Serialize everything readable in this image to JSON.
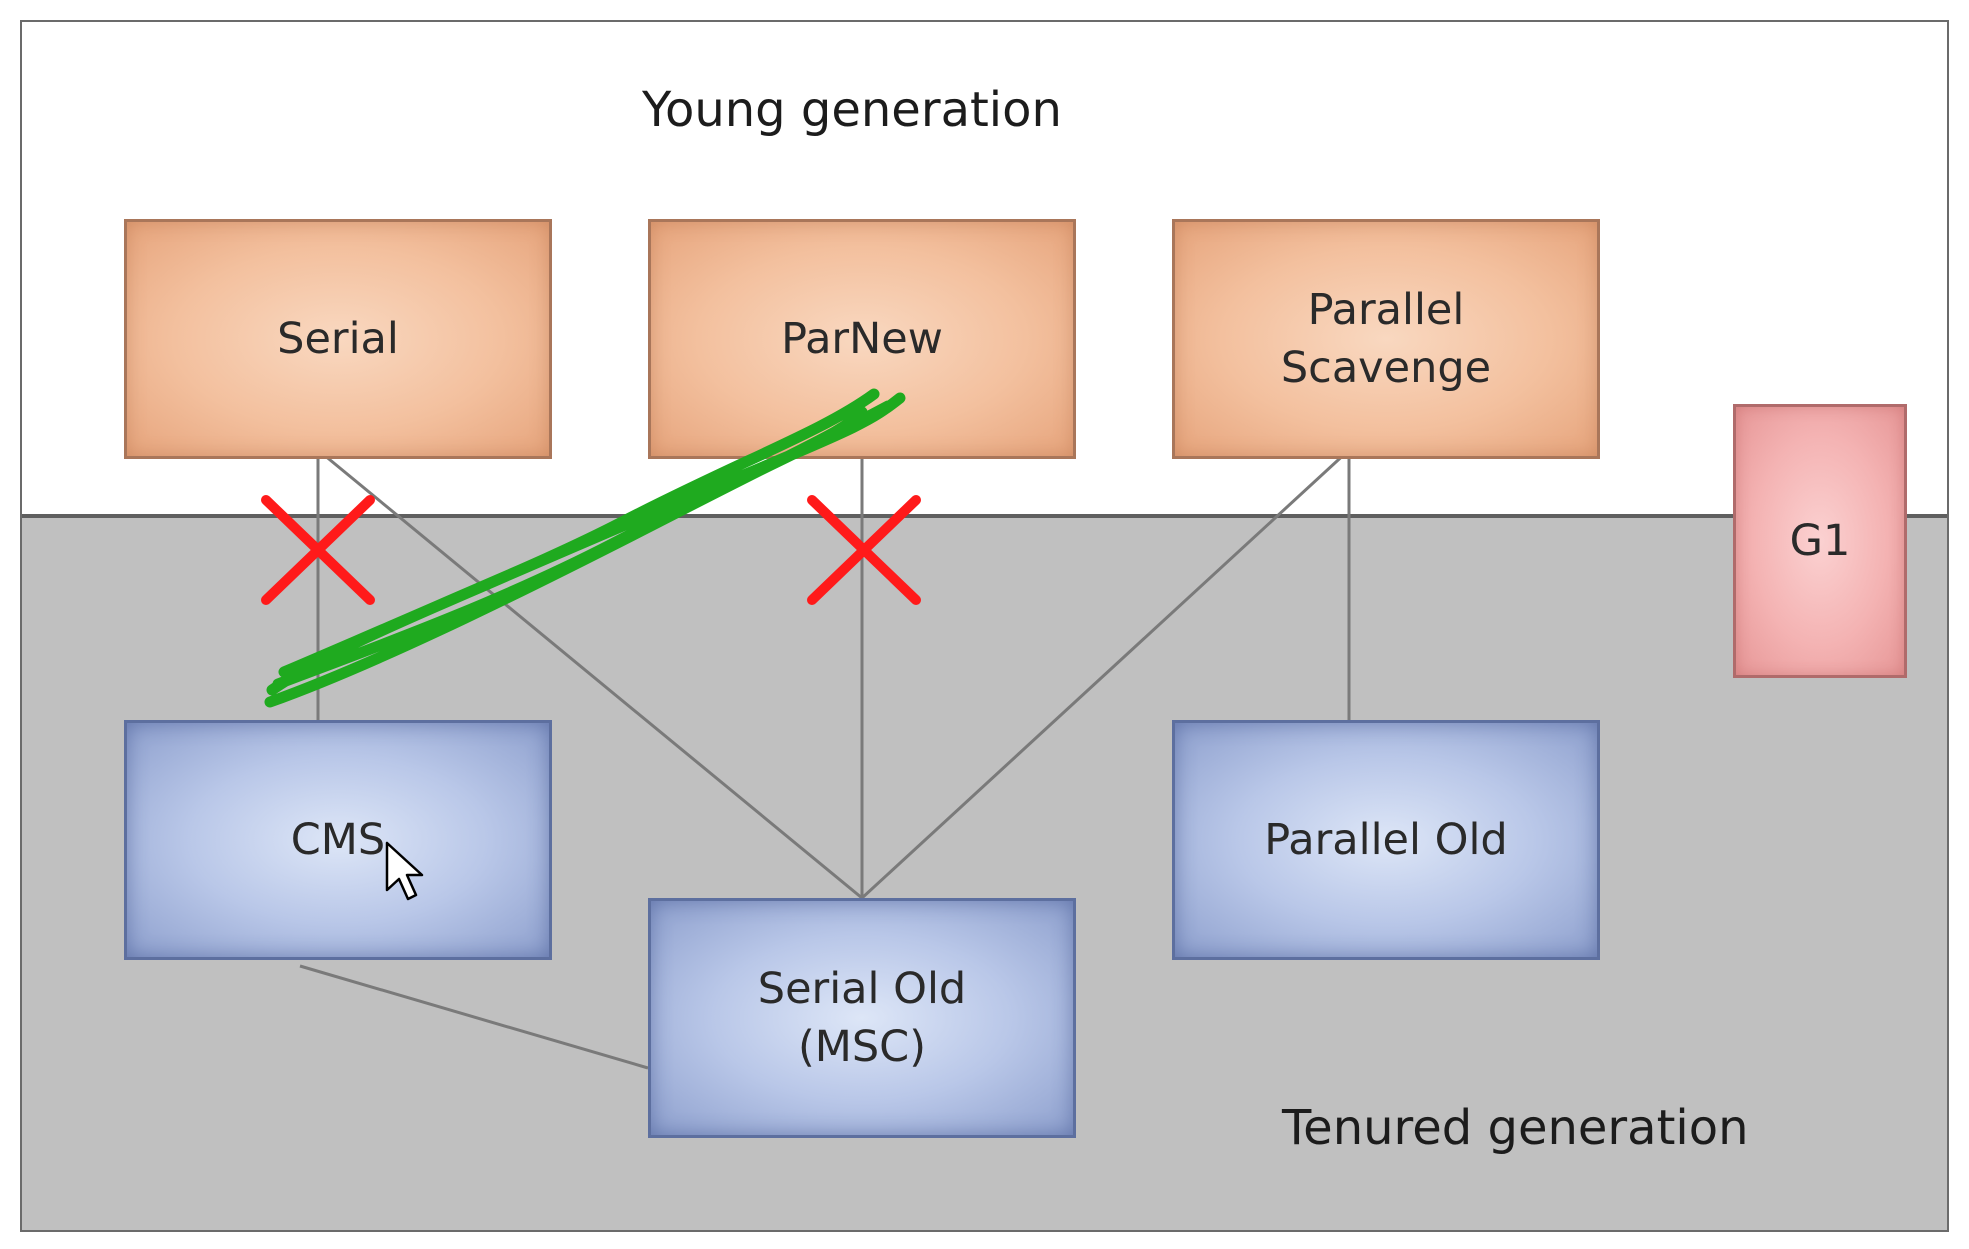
{
  "regions": {
    "young": "Young generation",
    "tenured": "Tenured generation"
  },
  "collectors": {
    "serial": [
      "Serial"
    ],
    "parnew": [
      "ParNew"
    ],
    "parallel_scavenge": [
      "Parallel",
      "Scavenge"
    ],
    "g1": [
      "G1"
    ],
    "cms": [
      "CMS"
    ],
    "serial_old": [
      "Serial Old",
      "(MSC)"
    ],
    "parallel_old": [
      "Parallel Old"
    ]
  },
  "connections": [
    {
      "from": "Serial",
      "to": "CMS",
      "status": "crossed-out"
    },
    {
      "from": "Serial",
      "to": "Serial Old (MSC)",
      "status": "normal"
    },
    {
      "from": "ParNew",
      "to": "Serial Old (MSC)",
      "status": "crossed-out"
    },
    {
      "from": "Parallel Scavenge",
      "to": "Serial Old (MSC)",
      "status": "normal"
    },
    {
      "from": "Parallel Scavenge",
      "to": "Parallel Old",
      "status": "normal"
    },
    {
      "from": "CMS",
      "to": "Serial Old (MSC)",
      "status": "normal"
    },
    {
      "from": "ParNew",
      "to": "CMS",
      "status": "hand-drawn"
    }
  ],
  "colors": {
    "young_box": "#f3c09e",
    "old_box": "#b9c7e8",
    "g1_box": "#f4b3b3",
    "tenured_background": "#c0c0c0",
    "cross_mark": "#ff1a1a",
    "highlight_stroke": "#1faa1f"
  }
}
